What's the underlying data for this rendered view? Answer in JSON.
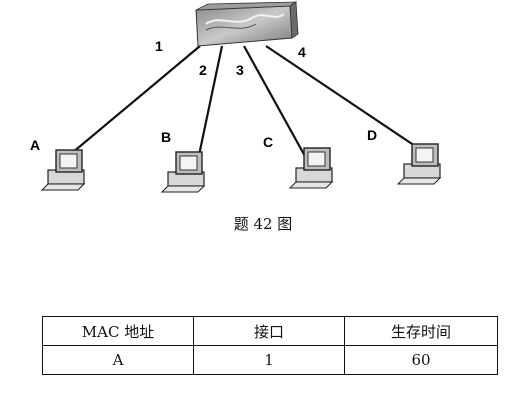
{
  "diagram": {
    "switch_name": "switch-icon",
    "ports": [
      {
        "label": "1"
      },
      {
        "label": "2"
      },
      {
        "label": "3"
      },
      {
        "label": "4"
      }
    ],
    "hosts": [
      {
        "label": "A"
      },
      {
        "label": "B"
      },
      {
        "label": "C"
      },
      {
        "label": "D"
      }
    ],
    "caption": "题 42 图"
  },
  "table": {
    "headers": [
      "MAC 地址",
      "接口",
      "生存时间"
    ],
    "rows": [
      [
        "A",
        "1",
        "60"
      ]
    ]
  }
}
